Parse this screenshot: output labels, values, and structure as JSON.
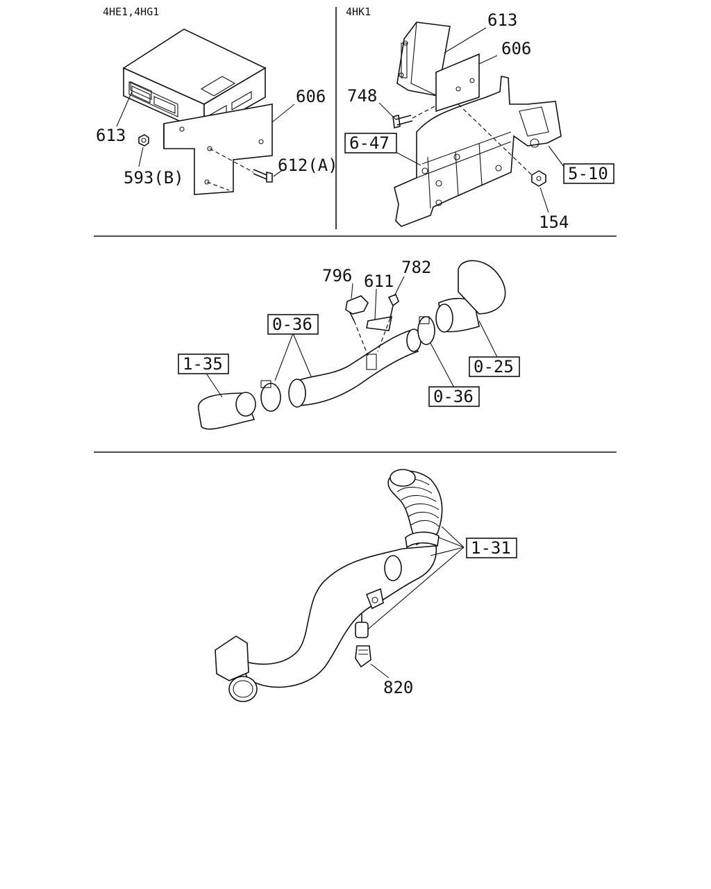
{
  "headers": {
    "left": "4HE1,4HG1",
    "right": "4HK1"
  },
  "labels": {
    "p613_left": "613",
    "p606_left": "606",
    "p593b": "593(B)",
    "p612a": "612(A)",
    "p613_right": "613",
    "p606_right": "606",
    "p748": "748",
    "p154": "154",
    "p796": "796",
    "p611": "611",
    "p782": "782",
    "p820": "820"
  },
  "refs": {
    "r6_47": "6-47",
    "r5_10": "5-10",
    "r0_36_a": "0-36",
    "r0_36_b": "0-36",
    "r1_35": "1-35",
    "r0_25": "0-25",
    "r1_31": "1-31"
  }
}
